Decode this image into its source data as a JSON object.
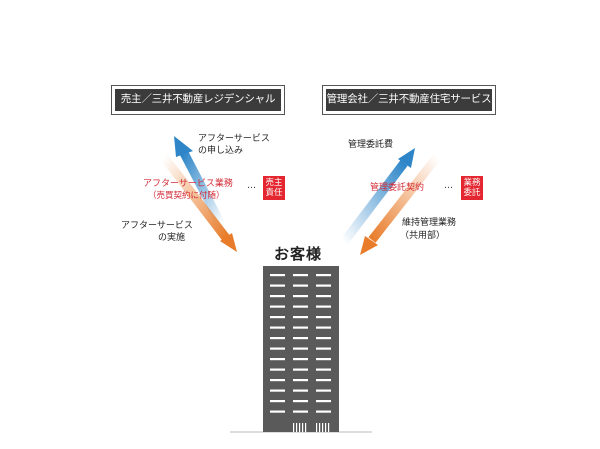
{
  "left_box": {
    "label": "売主／三井不動産レジデンシャル"
  },
  "right_box": {
    "label": "管理会社／三井不動産住宅サービス"
  },
  "left": {
    "up_label_1": "アフターサービス",
    "up_label_2": "の申し込み",
    "contract_label": "アフターサービス業務",
    "contract_sub": "（売買契約に付随）",
    "dots": "…",
    "badge_1": "売主",
    "badge_2": "責任",
    "down_label_1": "アフターサービス",
    "down_label_2": "の実施"
  },
  "right": {
    "up_label": "管理委託費",
    "contract_label": "管理委託契約",
    "dots": "…",
    "badge_1": "業務",
    "badge_2": "委託",
    "down_label_1": "維持管理業務",
    "down_label_2": "（共用部）"
  },
  "customer": {
    "label": "お客様"
  },
  "colors": {
    "box_fill": "#3b3b3b",
    "arrow_blue": "#2e86c8",
    "arrow_orange": "#e87c2a",
    "accent_red": "#e3262f",
    "building": "#5a5a5a"
  }
}
